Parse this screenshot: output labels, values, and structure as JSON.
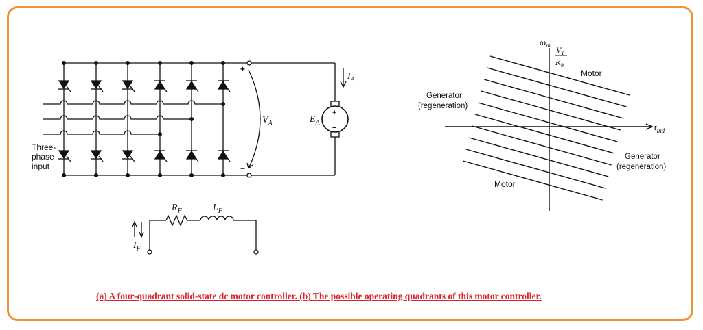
{
  "circuit": {
    "input_label_lines": [
      "Three-",
      "phase",
      "input"
    ],
    "va_label": "V",
    "va_sub": "A",
    "plus_sign": "+",
    "minus_sign": "−",
    "ia_label": "I",
    "ia_sub": "A",
    "ea_label": "E",
    "ea_sub": "A",
    "rf_label": "R",
    "rf_sub": "F",
    "lf_label": "L",
    "lf_sub": "F",
    "if_label": "I",
    "if_sub": "F"
  },
  "quadrant": {
    "y_axis_label": "ω",
    "y_axis_sub": "m",
    "fraction_num": "V",
    "fraction_num_sub": "T",
    "fraction_den": "K",
    "fraction_den_sub": "ϕ",
    "x_axis_label": "τ",
    "x_axis_sub": "ind",
    "motor_top": "Motor",
    "motor_bottom": "Motor",
    "generator_left_line1": "Generator",
    "generator_left_line2": "(regeneration)",
    "generator_right_line1": "Generator",
    "generator_right_line2": "(regeneration)",
    "line_count": 10
  },
  "caption": {
    "text": "(a) A four-quadrant solid-state dc motor controller. (b) The possible operating quadrants of this motor controller."
  }
}
